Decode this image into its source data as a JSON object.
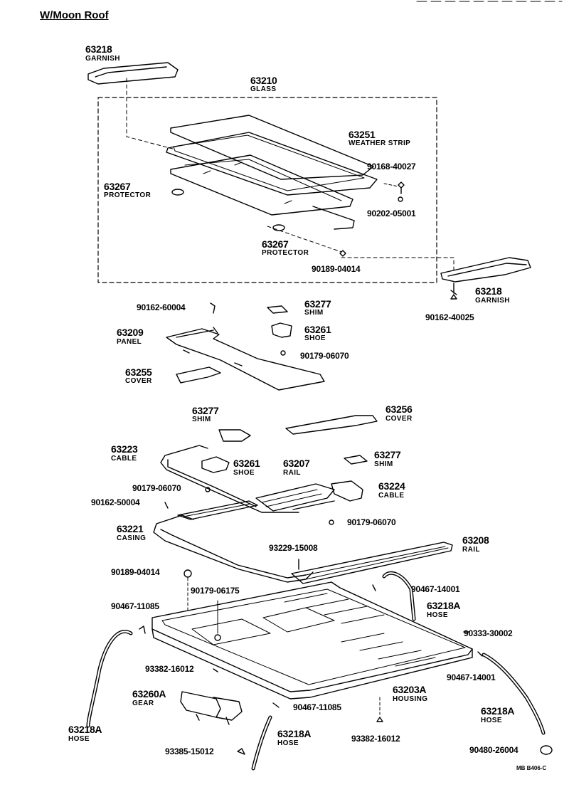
{
  "header": {
    "title": "W/Moon Roof"
  },
  "footer": {
    "code": "MB B406-C"
  },
  "callouts": [
    {
      "id": "garnish_tl",
      "number": "63218",
      "name": "GARNISH"
    },
    {
      "id": "glass",
      "number": "63210",
      "name": "GLASS"
    },
    {
      "id": "weather_strip",
      "number": "63251",
      "name": "WEATHER STRIP"
    },
    {
      "id": "protector_l",
      "number": "63267",
      "name": "PROTECTOR"
    },
    {
      "id": "protector_c",
      "number": "63267",
      "name": "PROTECTOR"
    },
    {
      "id": "garnish_r",
      "number": "63218",
      "name": "GARNISH"
    },
    {
      "id": "shim_1",
      "number": "63277",
      "name": "SHIM"
    },
    {
      "id": "shoe_1",
      "number": "63261",
      "name": "SHOE"
    },
    {
      "id": "panel",
      "number": "63209",
      "name": "PANEL"
    },
    {
      "id": "cover_l",
      "number": "63255",
      "name": "COVER"
    },
    {
      "id": "cover_r",
      "number": "63256",
      "name": "COVER"
    },
    {
      "id": "shim_2",
      "number": "63277",
      "name": "SHIM"
    },
    {
      "id": "cable_l",
      "number": "63223",
      "name": "CABLE"
    },
    {
      "id": "shoe_2",
      "number": "63261",
      "name": "SHOE"
    },
    {
      "id": "rail_c",
      "number": "63207",
      "name": "RAIL"
    },
    {
      "id": "shim_3",
      "number": "63277",
      "name": "SHIM"
    },
    {
      "id": "cable_r",
      "number": "63224",
      "name": "CABLE"
    },
    {
      "id": "casing",
      "number": "63221",
      "name": "CASING"
    },
    {
      "id": "rail_r",
      "number": "63208",
      "name": "RAIL"
    },
    {
      "id": "hose_r_upper",
      "number": "63218A",
      "name": "HOSE"
    },
    {
      "id": "gear",
      "number": "63260A",
      "name": "GEAR"
    },
    {
      "id": "housing",
      "number": "63203A",
      "name": "HOUSING"
    },
    {
      "id": "hose_l",
      "number": "63218A",
      "name": "HOSE"
    },
    {
      "id": "hose_c",
      "number": "63218A",
      "name": "HOSE"
    },
    {
      "id": "hose_r_lower",
      "number": "63218A",
      "name": "HOSE"
    }
  ],
  "bolts": [
    "90168-40027",
    "90202-05001",
    "90189-04014",
    "90162-40025",
    "90162-60004",
    "90179-06070",
    "90179-06070",
    "90162-50004",
    "90179-06070",
    "93229-15008",
    "90189-04014",
    "90179-06175",
    "90467-14001",
    "90467-11085",
    "90333-30002",
    "93382-16012",
    "90467-14001",
    "90467-11085",
    "93382-16012",
    "93385-15012",
    "90480-26004"
  ]
}
